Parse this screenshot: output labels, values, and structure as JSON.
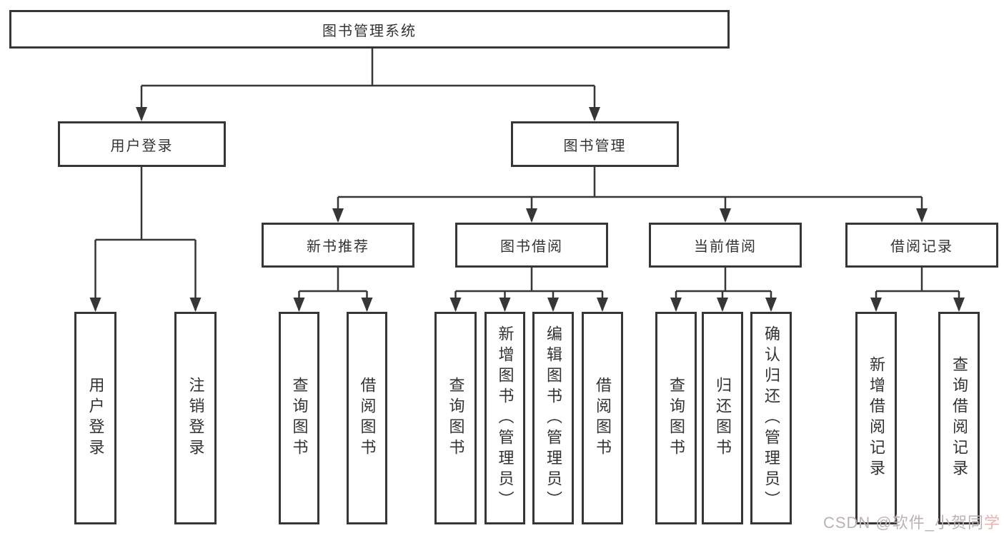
{
  "diagram": {
    "type": "hierarchy-tree",
    "title": "图书管理系统",
    "nodes": {
      "root": "图书管理系统",
      "user_login": "用户登录",
      "book_management": "图书管理",
      "new_book_recommend": "新书推荐",
      "book_borrowing": "图书借阅",
      "current_borrowing": "当前借阅",
      "borrowing_records": "借阅记录",
      "leaf_user_login": "用户登录",
      "leaf_logout": "注销登录",
      "nbr_query_books": "查询图书",
      "nbr_borrow_books": "借阅图书",
      "bb_query_books": "查询图书",
      "bb_add_books": "新增图书（管理员）",
      "bb_edit_books": "编辑图书（管理员）",
      "bb_borrow_books": "借阅图书",
      "cb_query_books": "查询图书",
      "cb_return_books": "归还图书",
      "cb_confirm_return": "确认归还（管理员）",
      "br_add_record": "新增借阅记录",
      "br_query_record": "查询借阅记录"
    },
    "hierarchy": {
      "root": [
        "user_login",
        "book_management"
      ],
      "user_login": [
        "leaf_user_login",
        "leaf_logout"
      ],
      "book_management": [
        "new_book_recommend",
        "book_borrowing",
        "current_borrowing",
        "borrowing_records"
      ],
      "new_book_recommend": [
        "nbr_query_books",
        "nbr_borrow_books"
      ],
      "book_borrowing": [
        "bb_query_books",
        "bb_add_books",
        "bb_edit_books",
        "bb_borrow_books"
      ],
      "current_borrowing": [
        "cb_query_books",
        "cb_return_books",
        "cb_confirm_return"
      ],
      "borrowing_records": [
        "br_add_record",
        "br_query_record"
      ]
    },
    "colors": {
      "line": "#363636",
      "box_border": "#363636",
      "box_fill": "#ffffff",
      "text": "#333333",
      "background": "#ffffff",
      "watermark_gray": "#bdb2b3",
      "watermark_pink": "#eeb0ac"
    },
    "watermark": {
      "text_main": "CSDN @软件_小贺同",
      "text_tail": "学"
    }
  }
}
